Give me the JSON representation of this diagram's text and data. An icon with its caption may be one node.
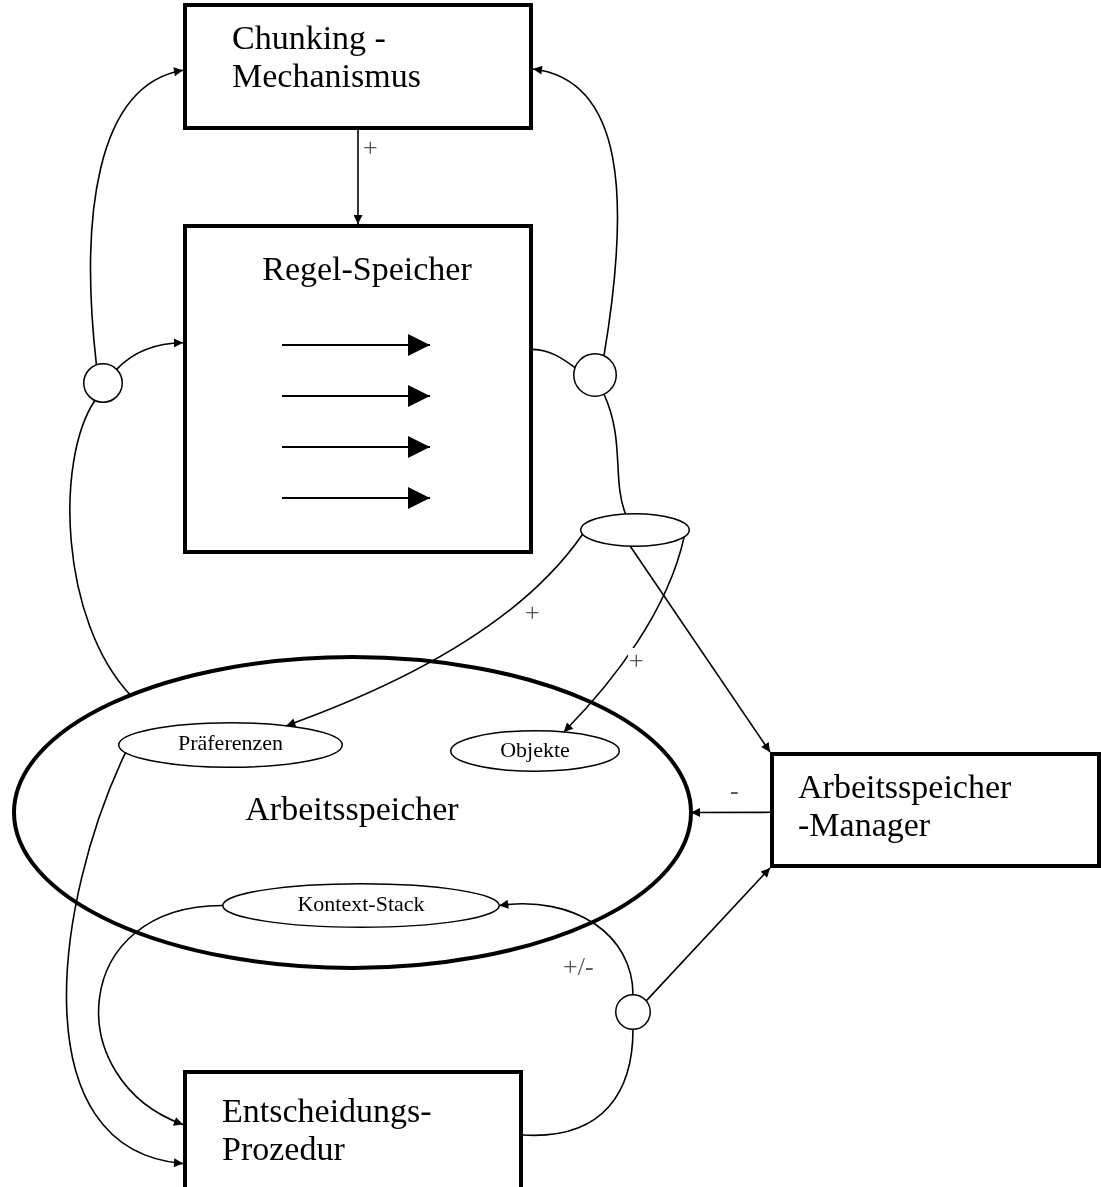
{
  "diagram": {
    "nodes": [
      {
        "text": [
          "Chunking - Mechanismus"
        ]
      },
      {
        "text": [
          "Regel-Speicher"
        ]
      },
      {
        "text": [
          "Arbeitsspeicher"
        ]
      },
      {
        "text": [
          "Präferenzen"
        ],
        "in": 2
      },
      {
        "text": [
          "Objekte"
        ],
        "in": 2
      },
      {
        "text": [
          "Kontext-Stack"
        ],
        "in": 2
      },
      {
        "text": [
          "Arbeitsspeicher -Manager"
        ]
      },
      {
        "text": [
          "Entscheidungs- Prozedur"
        ]
      },
      {
        "text": [],
        "shape": "circle"
      },
      {
        "text": [],
        "shape": "circle"
      },
      {
        "text": [],
        "shape": "ellipse"
      },
      {
        "text": [],
        "shape": "circle"
      }
    ],
    "edges": [
      {
        "from": 0,
        "to": 1,
        "arrow": "to",
        "label": "+"
      },
      {
        "from": 8,
        "to": 0,
        "arrow": "to"
      },
      {
        "from": 8,
        "to": 1,
        "arrow": "to"
      },
      {
        "from": 2,
        "to": 8,
        "arrow": "none"
      },
      {
        "from": 9,
        "to": 0,
        "arrow": "to"
      },
      {
        "from": 1,
        "to": 9,
        "arrow": "none"
      },
      {
        "from": 9,
        "to": 10,
        "arrow": "none"
      },
      {
        "from": 10,
        "to": 3,
        "arrow": "to",
        "label": "+"
      },
      {
        "from": 10,
        "to": 4,
        "arrow": "to",
        "label": "+"
      },
      {
        "from": 10,
        "to": 6,
        "arrow": "to"
      },
      {
        "from": 6,
        "to": 2,
        "arrow": "to",
        "label": "-"
      },
      {
        "from": 11,
        "to": 6,
        "arrow": "to"
      },
      {
        "from": 7,
        "to": 11,
        "arrow": "none"
      },
      {
        "from": 11,
        "to": 5,
        "arrow": "to",
        "label": "+/-"
      },
      {
        "from": 5,
        "to": 7,
        "arrow": "to"
      },
      {
        "from": 3,
        "to": 7,
        "arrow": "to"
      }
    ]
  }
}
